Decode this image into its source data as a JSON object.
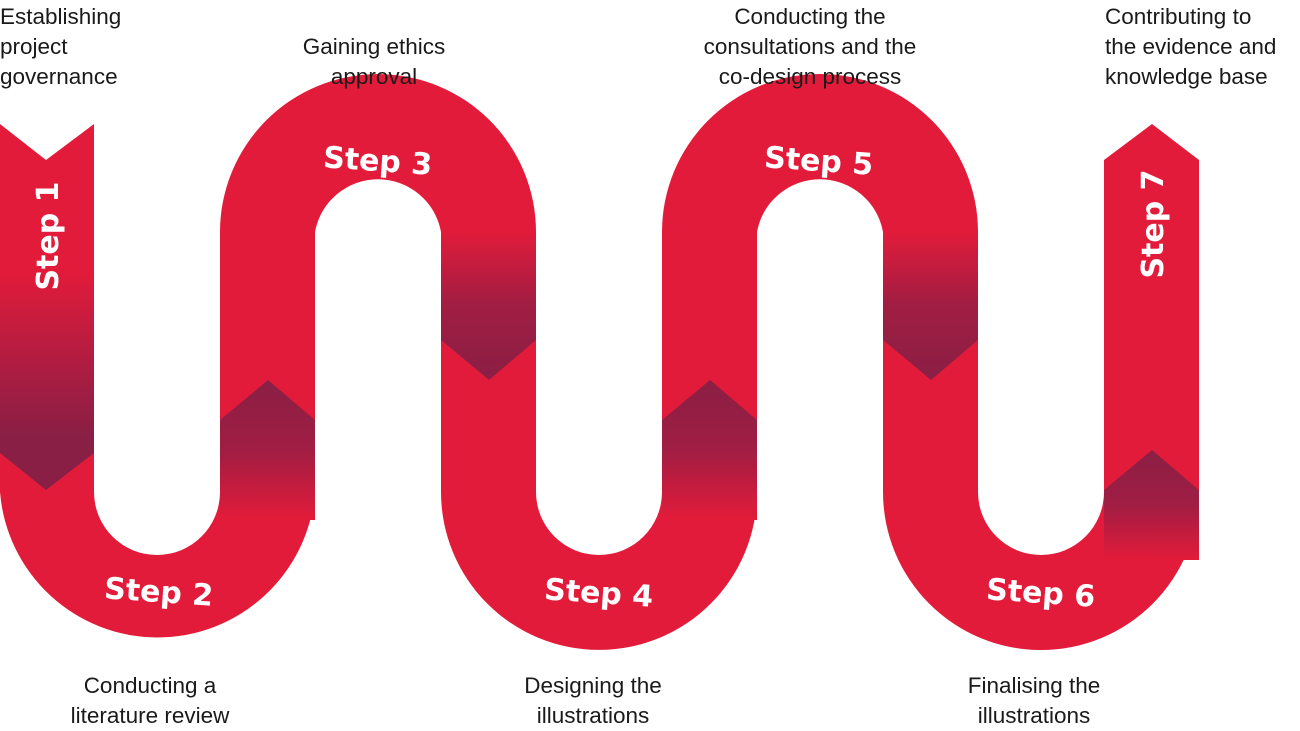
{
  "colors": {
    "ribbon": "#e31b3a",
    "shade": "#8a1f45",
    "text": "#1a1a1a",
    "label": "#ffffff"
  },
  "steps": [
    {
      "label": "Step 1",
      "description": [
        "Establishing",
        "project",
        "governance"
      ]
    },
    {
      "label": "Step 2",
      "description": [
        "Conducting a",
        "literature review"
      ]
    },
    {
      "label": "Step 3",
      "description": [
        "Gaining ethics",
        "approval"
      ]
    },
    {
      "label": "Step 4",
      "description": [
        "Designing the",
        "illustrations"
      ]
    },
    {
      "label": "Step 5",
      "description": [
        "Conducting the",
        "consultations and the",
        "co-design process"
      ]
    },
    {
      "label": "Step 6",
      "description": [
        "Finalising the",
        "illustrations"
      ]
    },
    {
      "label": "Step 7",
      "description": [
        "Contributing to",
        "the evidence and",
        "knowledge base"
      ]
    }
  ]
}
